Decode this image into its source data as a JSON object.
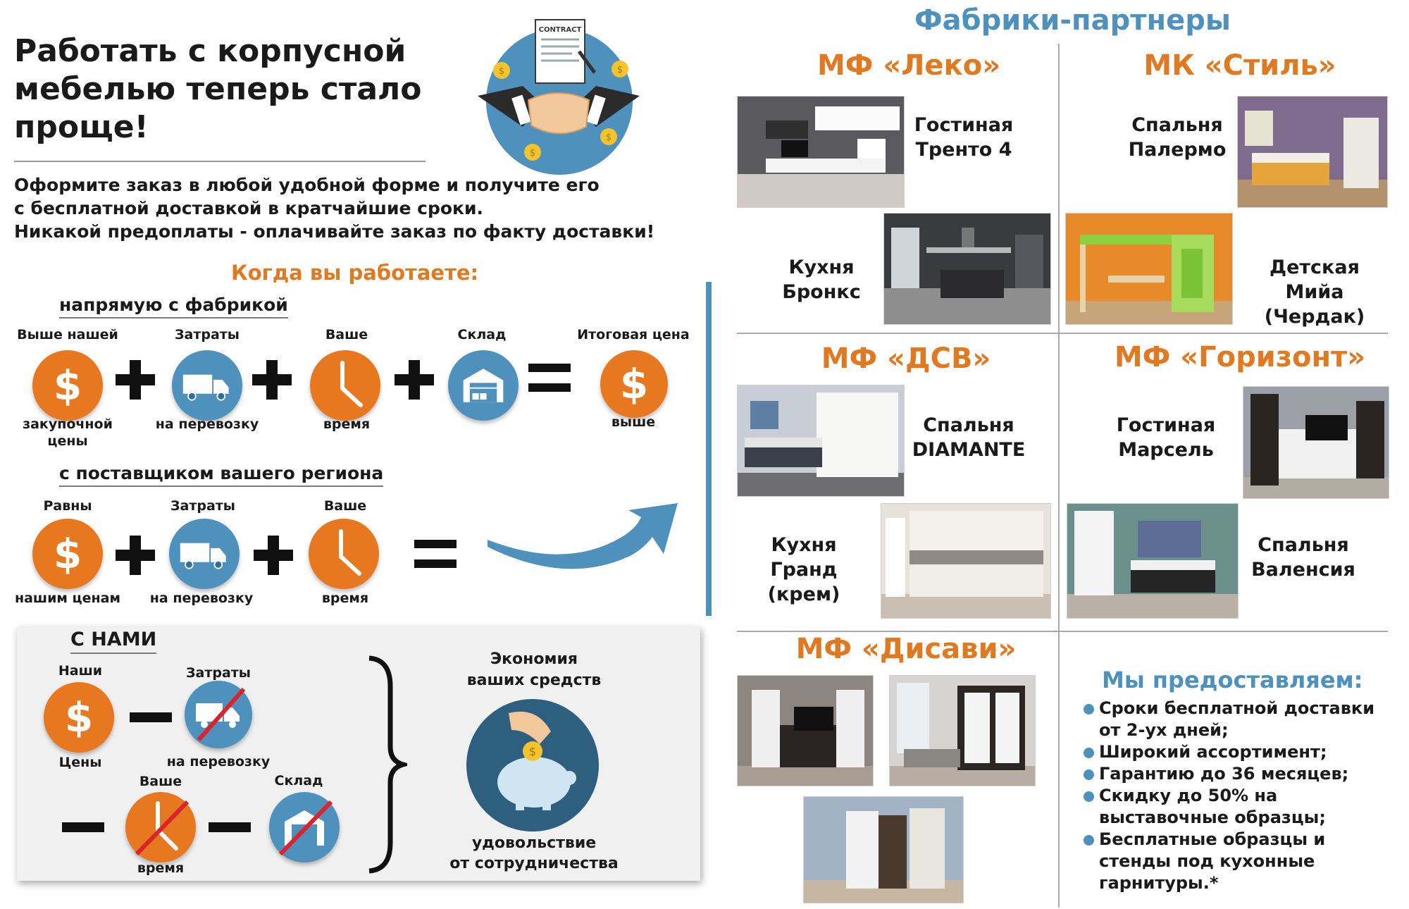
{
  "headline": "Работать с корпусной мебелью теперь стало проще!",
  "lead": [
    "Оформите заказ в любой удобной форме и получите его",
    "с бесплатной доставкой в кратчайшие сроки.",
    "Никакой предоплаты - оплачивайте заказ по факту доставки!"
  ],
  "when_heading": "Когда вы работаете:",
  "direct": {
    "title": "напрямую с фабрикой",
    "items": [
      {
        "top": "Выше нашей",
        "bottom": "закупочной цены",
        "icon": "dollar-icon"
      },
      {
        "top": "Затраты",
        "bottom": "на перевозку",
        "icon": "truck-icon"
      },
      {
        "top": "Ваше",
        "bottom": "время",
        "icon": "clock-icon"
      },
      {
        "top": "Склад",
        "bottom": "",
        "icon": "warehouse-icon"
      },
      {
        "top": "Итоговая цена",
        "bottom": "выше",
        "icon": "dollar-icon"
      }
    ]
  },
  "regional": {
    "title": "с поставщиком вашего региона",
    "items": [
      {
        "top": "Равны",
        "bottom": "нашим ценам",
        "icon": "dollar-icon"
      },
      {
        "top": "Затраты",
        "bottom": "на перевозку",
        "icon": "truck-icon"
      },
      {
        "top": "Ваше",
        "bottom": "время",
        "icon": "clock-icon"
      }
    ]
  },
  "with_us": {
    "title": "С НАМИ",
    "price_top": "Наши",
    "price_bottom": "Цены",
    "transport_top": "Затраты",
    "transport_bottom": "на перевозку",
    "time_top": "Ваше",
    "time_bottom": "время",
    "warehouse_top": "Склад",
    "savings": "Экономия",
    "savings2": "ваших средств",
    "pleasure": "удовольствие",
    "pleasure2": "от сотрудничества"
  },
  "illustration": {
    "contract_label": "CONTRACT",
    "coin_symbol": "$"
  },
  "dollar_symbol": "$",
  "partners_title": "Фабрики-партнеры",
  "factories": {
    "leko": {
      "name": "МФ «Леко»",
      "p1": [
        "Гостиная",
        "Тренто 4"
      ],
      "p2": [
        "Кухня",
        "Бронкс"
      ]
    },
    "stil": {
      "name": "МК «Стиль»",
      "p1": [
        "Спальня",
        "Палермо"
      ],
      "p2": [
        "Детская",
        "Мийа (Чердак)"
      ]
    },
    "dsv": {
      "name": "МФ «ДСВ»",
      "p1": [
        "Спальня",
        "DIAMANTE"
      ],
      "p2": [
        "Кухня",
        "Гранд (крем)"
      ]
    },
    "gorizont": {
      "name": "МФ «Горизонт»",
      "p1": [
        "Гостиная",
        "Марсель"
      ],
      "p2": [
        "Спальня",
        "Валенсия"
      ]
    },
    "disavi": {
      "name": "МФ «Дисави»"
    }
  },
  "provide": {
    "title": "Мы предоставляем:",
    "items": [
      "Сроки бесплатной доставки от 2-ух дней;",
      "Широкий ассортимент;",
      "Гарантию до 36 месяцев;",
      "Скидку до 50% на выставочные образцы;",
      "Бесплатные образцы и стенды под кухонные гарнитуры.*"
    ]
  },
  "colors": {
    "orange": "#e8781f",
    "blue": "#4f91bd",
    "dark": "#1a1a1a",
    "rule": "#a9a9a9"
  }
}
